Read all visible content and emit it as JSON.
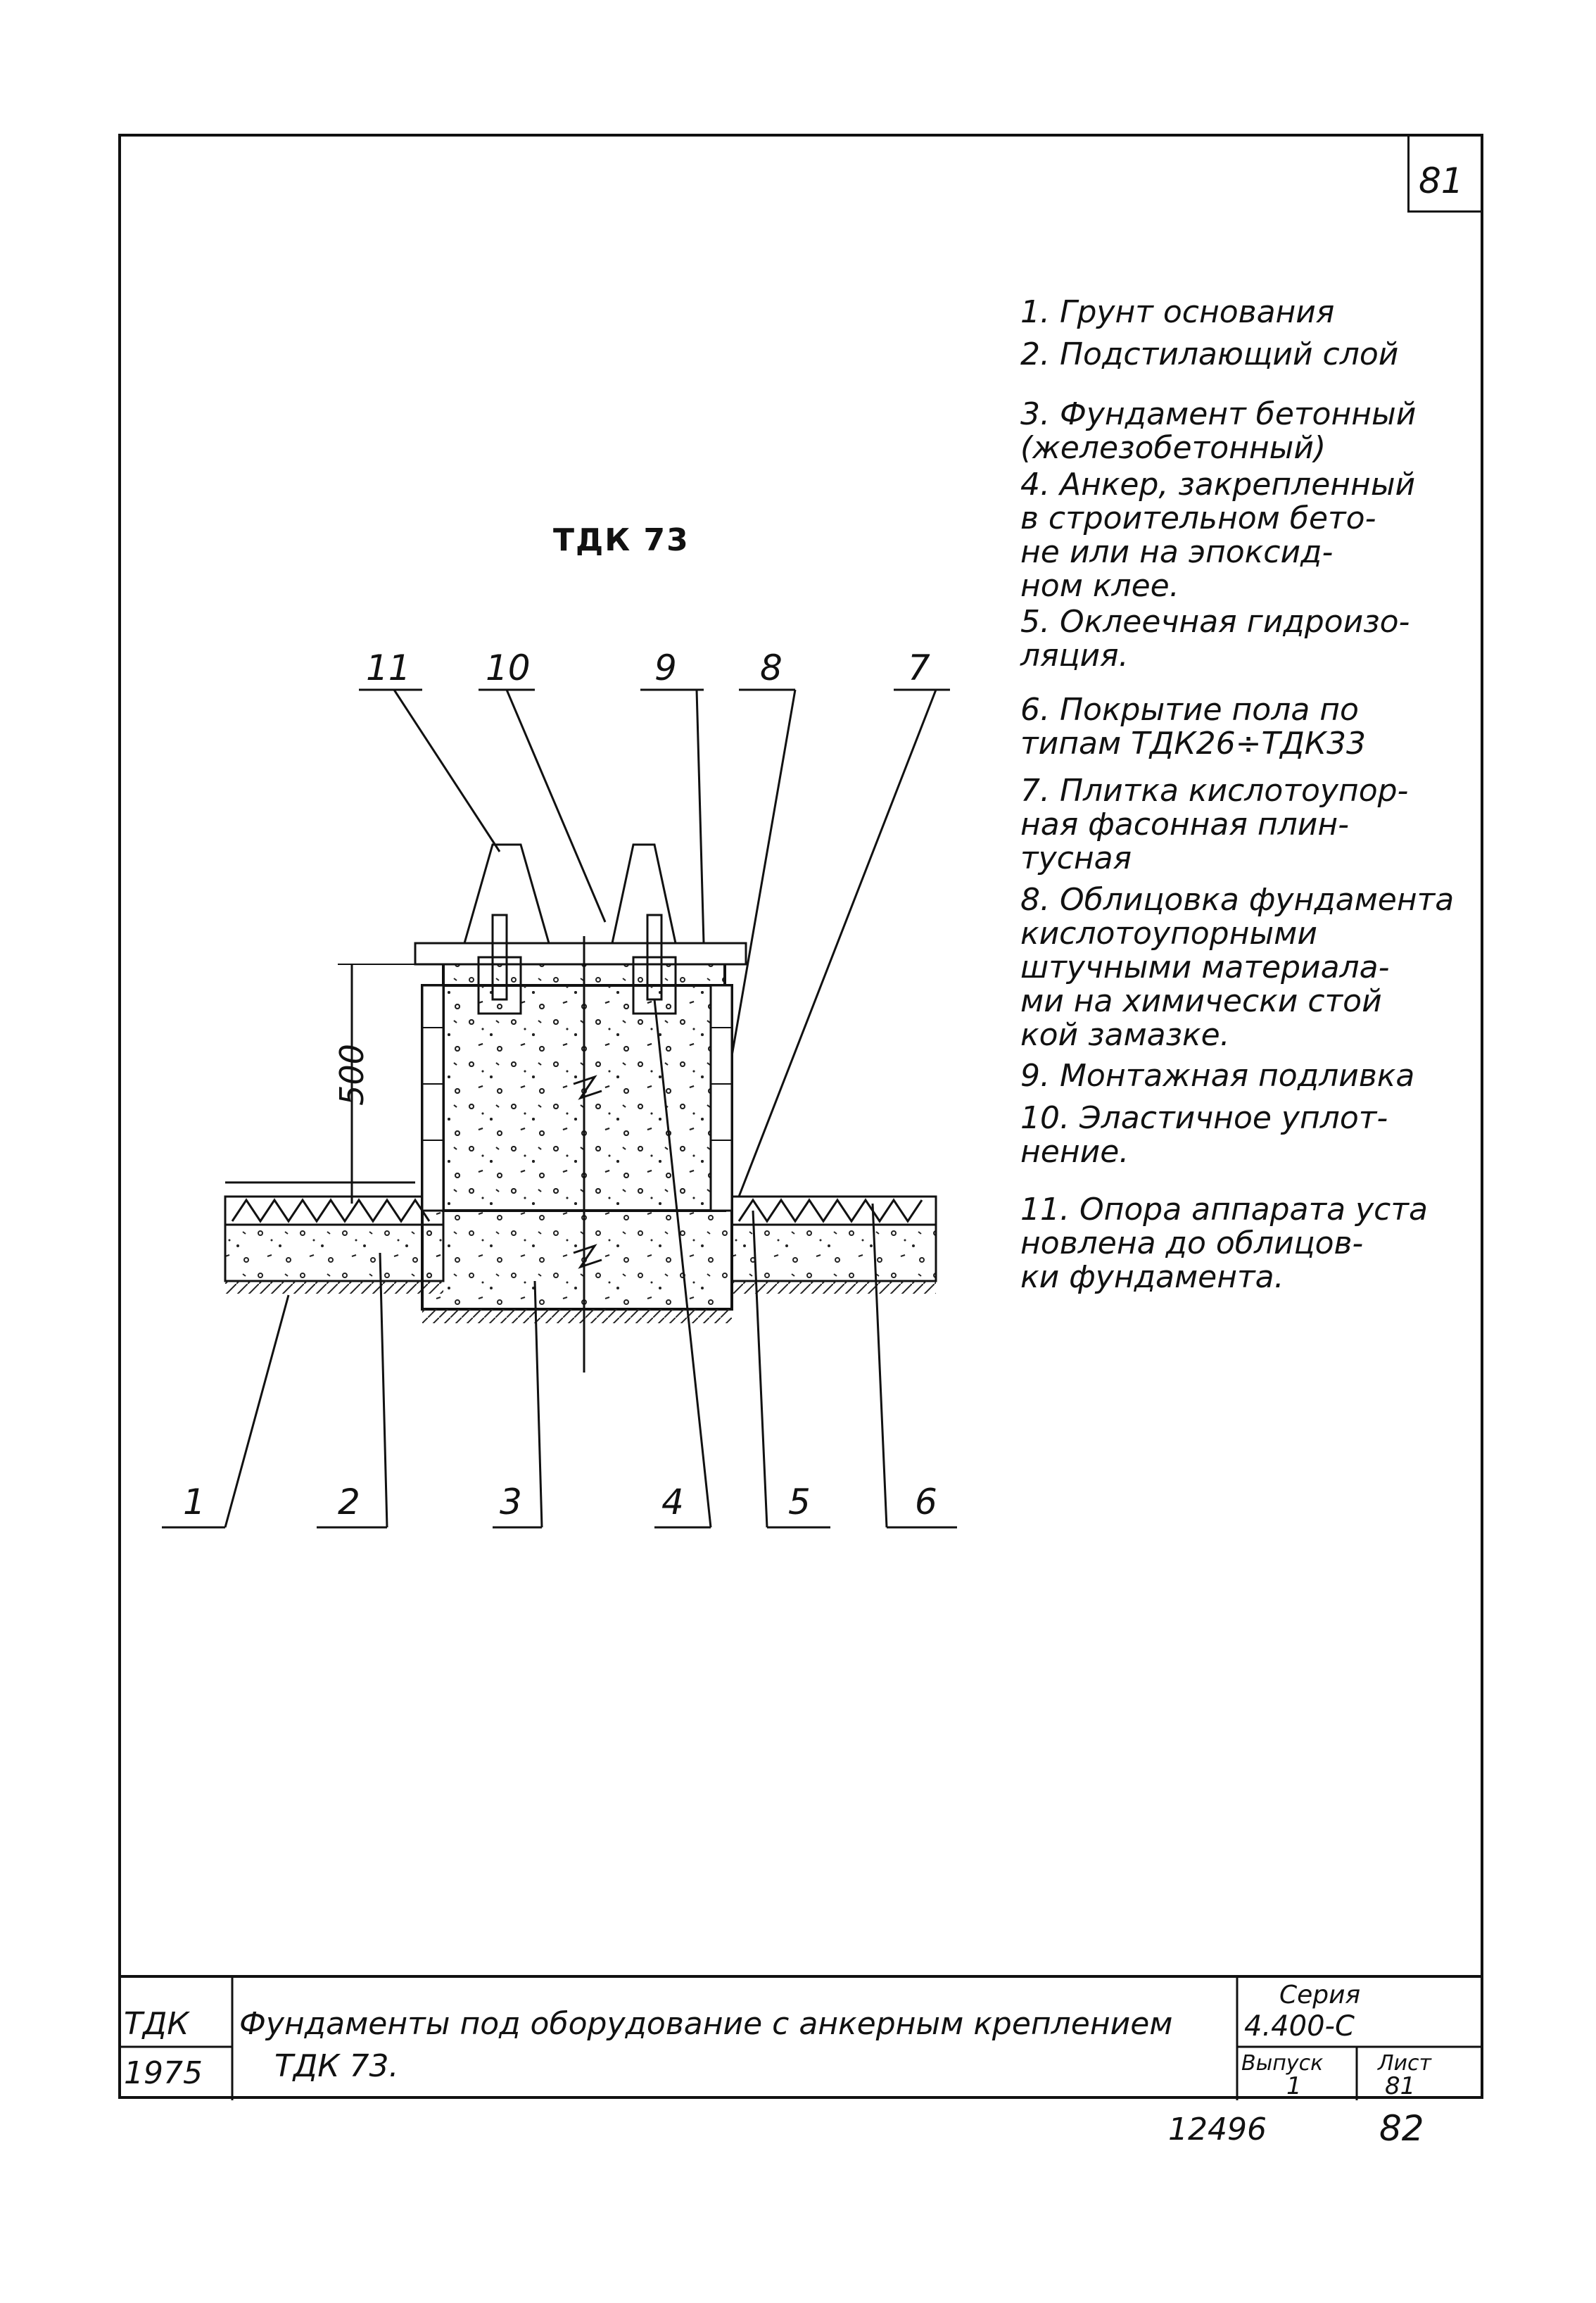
{
  "sheet": {
    "corner_number": "81"
  },
  "figure": {
    "title": "ТДК 73",
    "dimension_500": "500"
  },
  "callouts": [
    "11",
    "10",
    "9",
    "8",
    "7",
    "1",
    "2",
    "3",
    "4",
    "5",
    "6"
  ],
  "legend": [
    "1. Грунт основания",
    "2. Подстилающий слой",
    "3. Фундамент бетонный\n(железобетонный)",
    "4. Анкер, закрепленный\nв строительном бето-\nне или на эпоксид-\nном клее.",
    "5. Оклеечная гидроизо-\nляция.",
    "6. Покрытие пола по\nтипам ТДК26÷ТДК33",
    "7. Плитка кислотоупор-\nная фасонная плин-\nтусная",
    "8. Облицовка фундамента\nкислотоупорными\nштучными материала-\nми на химически стой\nкой замазке.",
    "9. Монтажная подливка",
    "10. Эластичное уплот-\nнение.",
    "11. Опора аппарата уста\nновлена до облицов-\nки фундамента."
  ],
  "title_block": {
    "org": "ТДК",
    "year": "1975",
    "title_line1": "Фундаменты под оборудование с анкерным креплением",
    "title_line2": "ТДК 73.",
    "series_label": "Серия",
    "series_value": "4.400-С",
    "issue_label": "Выпуск",
    "issue_value": "1",
    "sheet_label": "Лист",
    "sheet_value": "81"
  },
  "footer": {
    "code": "12496",
    "page": "82"
  }
}
